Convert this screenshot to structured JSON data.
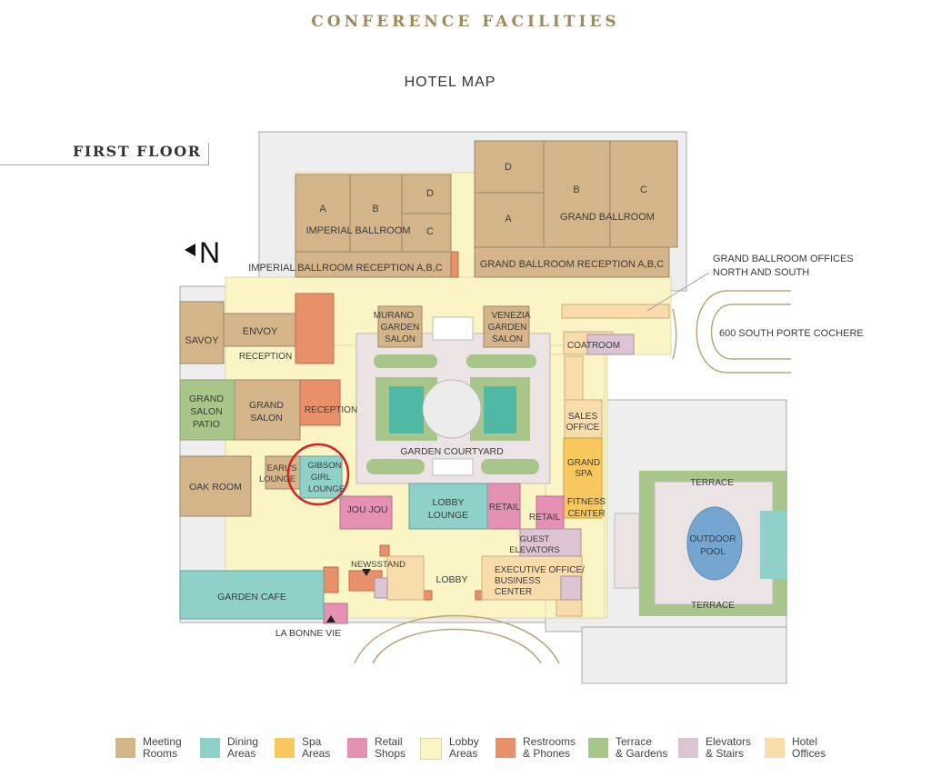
{
  "header": {
    "title": "CONFERENCE FACILITIES",
    "subtitle": "HOTEL MAP"
  },
  "floor_label": "FIRST FLOOR",
  "north": {
    "letter": "N"
  },
  "colors": {
    "meeting": "#d4b58a",
    "dining": "#8fd0c8",
    "spa": "#f8c85e",
    "retail": "#e591b4",
    "lobby": "#fbf5c5",
    "restroom": "#e8906a",
    "terrace": "#a8c58a",
    "elevator": "#dcc4d2",
    "office": "#f8dcac",
    "annotation": "#d8202a"
  },
  "rooms": {
    "imperial_a": "A",
    "imperial_b": "B",
    "imperial_c": "C",
    "imperial_d": "D",
    "imperial_ballroom": "IMPERIAL BALLROOM",
    "imperial_reception": "IMPERIAL BALLROOM RECEPTION A,B,C",
    "grand_a": "A",
    "grand_b": "B",
    "grand_c": "C",
    "grand_d": "D",
    "grand_ballroom": "GRAND BALLROOM",
    "grand_reception": "GRAND BALLROOM RECEPTION A,B,C",
    "grand_ballroom_offices": [
      "GRAND BALLROOM OFFICES",
      "NORTH AND SOUTH"
    ],
    "porte_cochere": "600 SOUTH PORTE COCHERE",
    "savoy": "SAVOY",
    "envoy": "ENVOY",
    "reception_1": "RECEPTION",
    "reception_2": "RECEPTION",
    "murano": [
      "MURANO",
      "GARDEN",
      "SALON"
    ],
    "venezia": [
      "VENEZIA",
      "GARDEN",
      "SALON"
    ],
    "coatroom": "COATROOM",
    "grand_salon_patio": [
      "GRAND",
      "SALON",
      "PATIO"
    ],
    "grand_salon": [
      "GRAND",
      "SALON"
    ],
    "garden_courtyard": "GARDEN COURTYARD",
    "sales_office": [
      "SALES",
      "OFFICE"
    ],
    "oak_room": "OAK ROOM",
    "earls_lounge": [
      "EARL'S",
      "LOUNGE"
    ],
    "gibson_girl_lounge": [
      "GIBSON",
      "GIRL",
      "LOUNGE"
    ],
    "grand_spa": [
      "GRAND",
      "SPA"
    ],
    "terrace_top": "TERRACE",
    "terrace_bottom": "TERRACE",
    "outdoor_pool": [
      "OUTDOOR",
      "POOL"
    ],
    "jou_jou": "JOU JOU",
    "lobby_lounge": [
      "LOBBY",
      "LOUNGE"
    ],
    "retail_1": "RETAIL",
    "retail_2": "RETAIL",
    "fitness_center": [
      "FITNESS",
      "CENTER"
    ],
    "guest_elevators": [
      "GUEST",
      "ELEVATORS"
    ],
    "newsstand": "NEWSSTAND",
    "lobby": "LOBBY",
    "executive_office": [
      "EXECUTIVE OFFICE/",
      "BUSINESS",
      "CENTER"
    ],
    "garden_cafe": "GARDEN CAFE",
    "la_bonne_vie": "LA BONNE VIE"
  },
  "legend": [
    {
      "label": "Meeting\nRooms",
      "color": "#d4b58a"
    },
    {
      "label": "Dining\nAreas",
      "color": "#8fd0c8"
    },
    {
      "label": "Spa\nAreas",
      "color": "#f8c85e"
    },
    {
      "label": "Retail\nShops",
      "color": "#e591b4"
    },
    {
      "label": "Lobby\nAreas",
      "color": "#fbf5c5"
    },
    {
      "label": "Restrooms\n& Phones",
      "color": "#e8906a"
    },
    {
      "label": "Terrace\n& Gardens",
      "color": "#a8c58a"
    },
    {
      "label": "Elevators\n& Stairs",
      "color": "#dcc4d2"
    },
    {
      "label": "Hotel\nOffices",
      "color": "#f8dcac"
    }
  ]
}
